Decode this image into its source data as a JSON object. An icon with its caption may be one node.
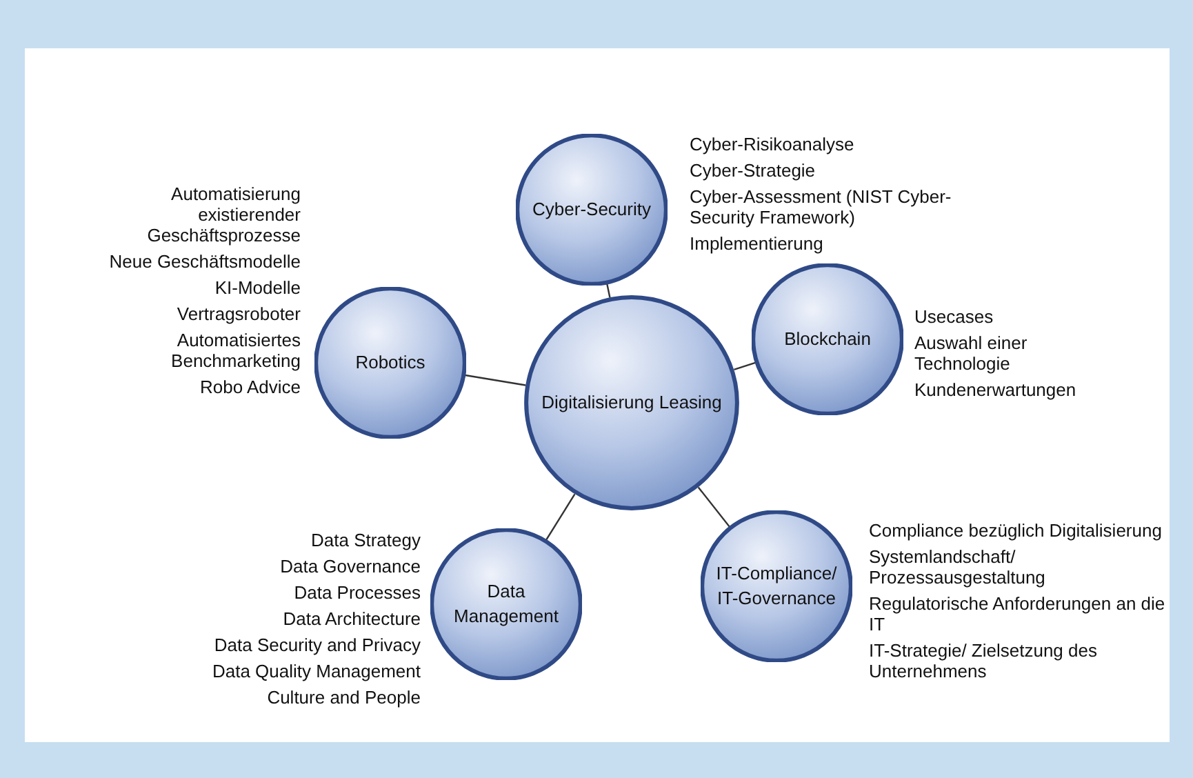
{
  "diagram": {
    "nodes": [
      {
        "text": [
          "Digitalisierung Leasing"
        ]
      },
      {
        "text": [
          "Cyber-Security"
        ],
        "beside": [
          "Cyber-Risikoanalyse",
          "Cyber-Strategie",
          "Cyber-Assessment (NIST Cyber-Security Framework)",
          "Implementierung"
        ]
      },
      {
        "text": [
          "Blockchain"
        ],
        "beside": [
          "Usecases",
          "Auswahl einer Technologie",
          "Kundenerwartungen"
        ]
      },
      {
        "text": [
          "IT-Compliance/ IT-Governance"
        ],
        "beside": [
          "Compliance bezüglich Digitalisierung",
          "Systemlandschaft/ Prozessausgestaltung",
          "Regulatorische Anforderungen an die IT",
          "IT-Strategie/ Zielsetzung des Unternehmens"
        ]
      },
      {
        "text": [
          "Data Management"
        ],
        "beside": [
          "Data Strategy",
          "Data Governance",
          "Data Processes",
          "Data Architecture",
          "Data Security and Privacy",
          "Data Quality Management",
          "Culture and People"
        ]
      },
      {
        "text": [
          "Robotics"
        ],
        "beside": [
          "Automatisierung existierender Geschäftsprozesse",
          "Neue Geschäftsmodelle",
          "KI-Modelle",
          "Vertragsroboter",
          "Automatisiertes Benchmarketing",
          "Robo Advice"
        ]
      }
    ],
    "edges": [
      {
        "from": 0,
        "to": 1,
        "arrow": "none"
      },
      {
        "from": 0,
        "to": 2,
        "arrow": "none"
      },
      {
        "from": 0,
        "to": 3,
        "arrow": "none"
      },
      {
        "from": 0,
        "to": 4,
        "arrow": "none"
      },
      {
        "from": 0,
        "to": 5,
        "arrow": "none"
      }
    ]
  }
}
